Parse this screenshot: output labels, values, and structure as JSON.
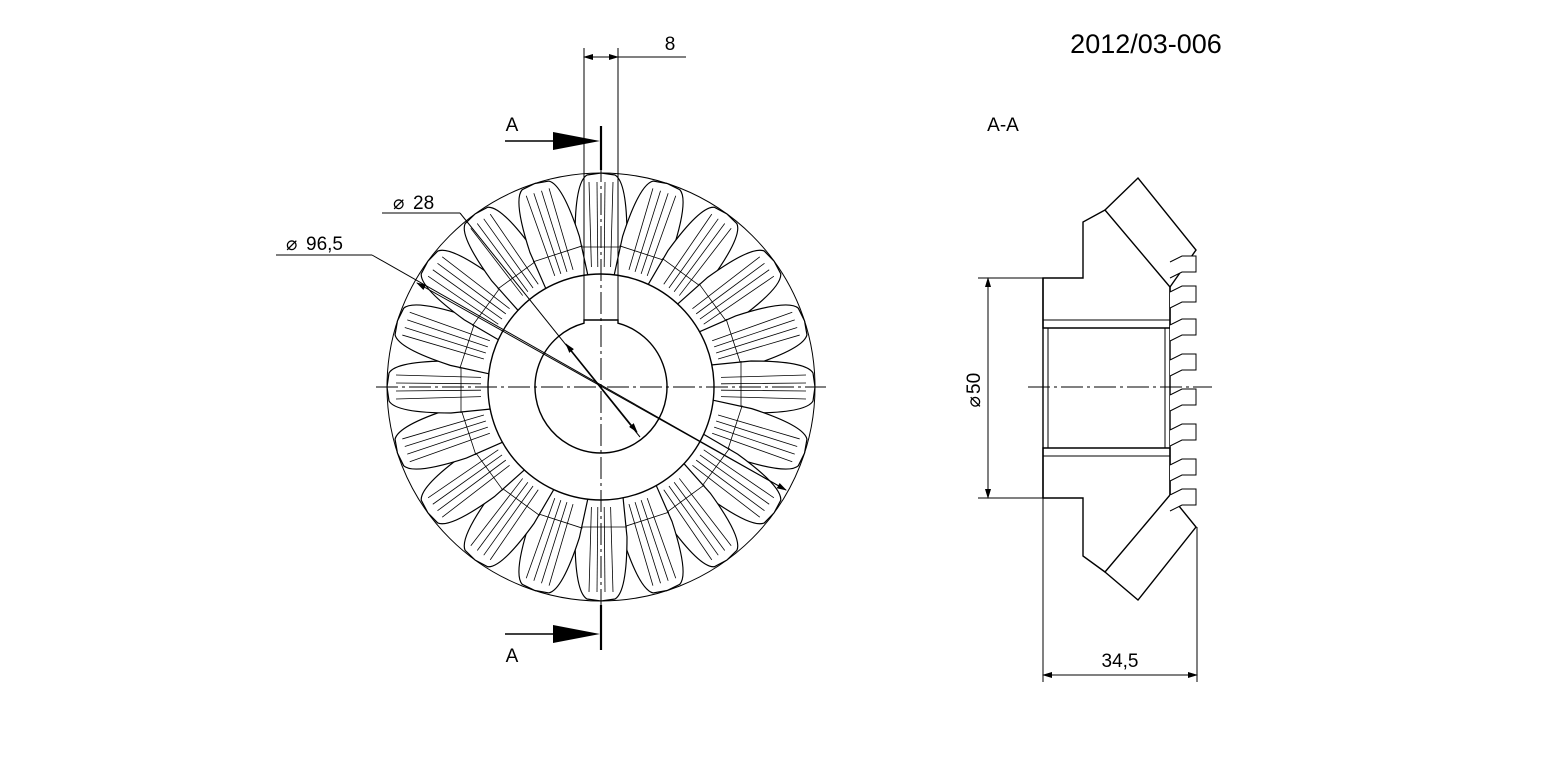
{
  "drawing_number": "2012/03-006",
  "section_title": "A-A",
  "section_marks": {
    "top": "A",
    "bottom": "A"
  },
  "dimensions": {
    "keyway_width": "8",
    "bore_diameter": "28",
    "outer_diameter": "96,5",
    "hub_diameter": "50",
    "overall_length": "34,5"
  },
  "diameter_symbol": "⌀",
  "gear": {
    "teeth": 20
  }
}
